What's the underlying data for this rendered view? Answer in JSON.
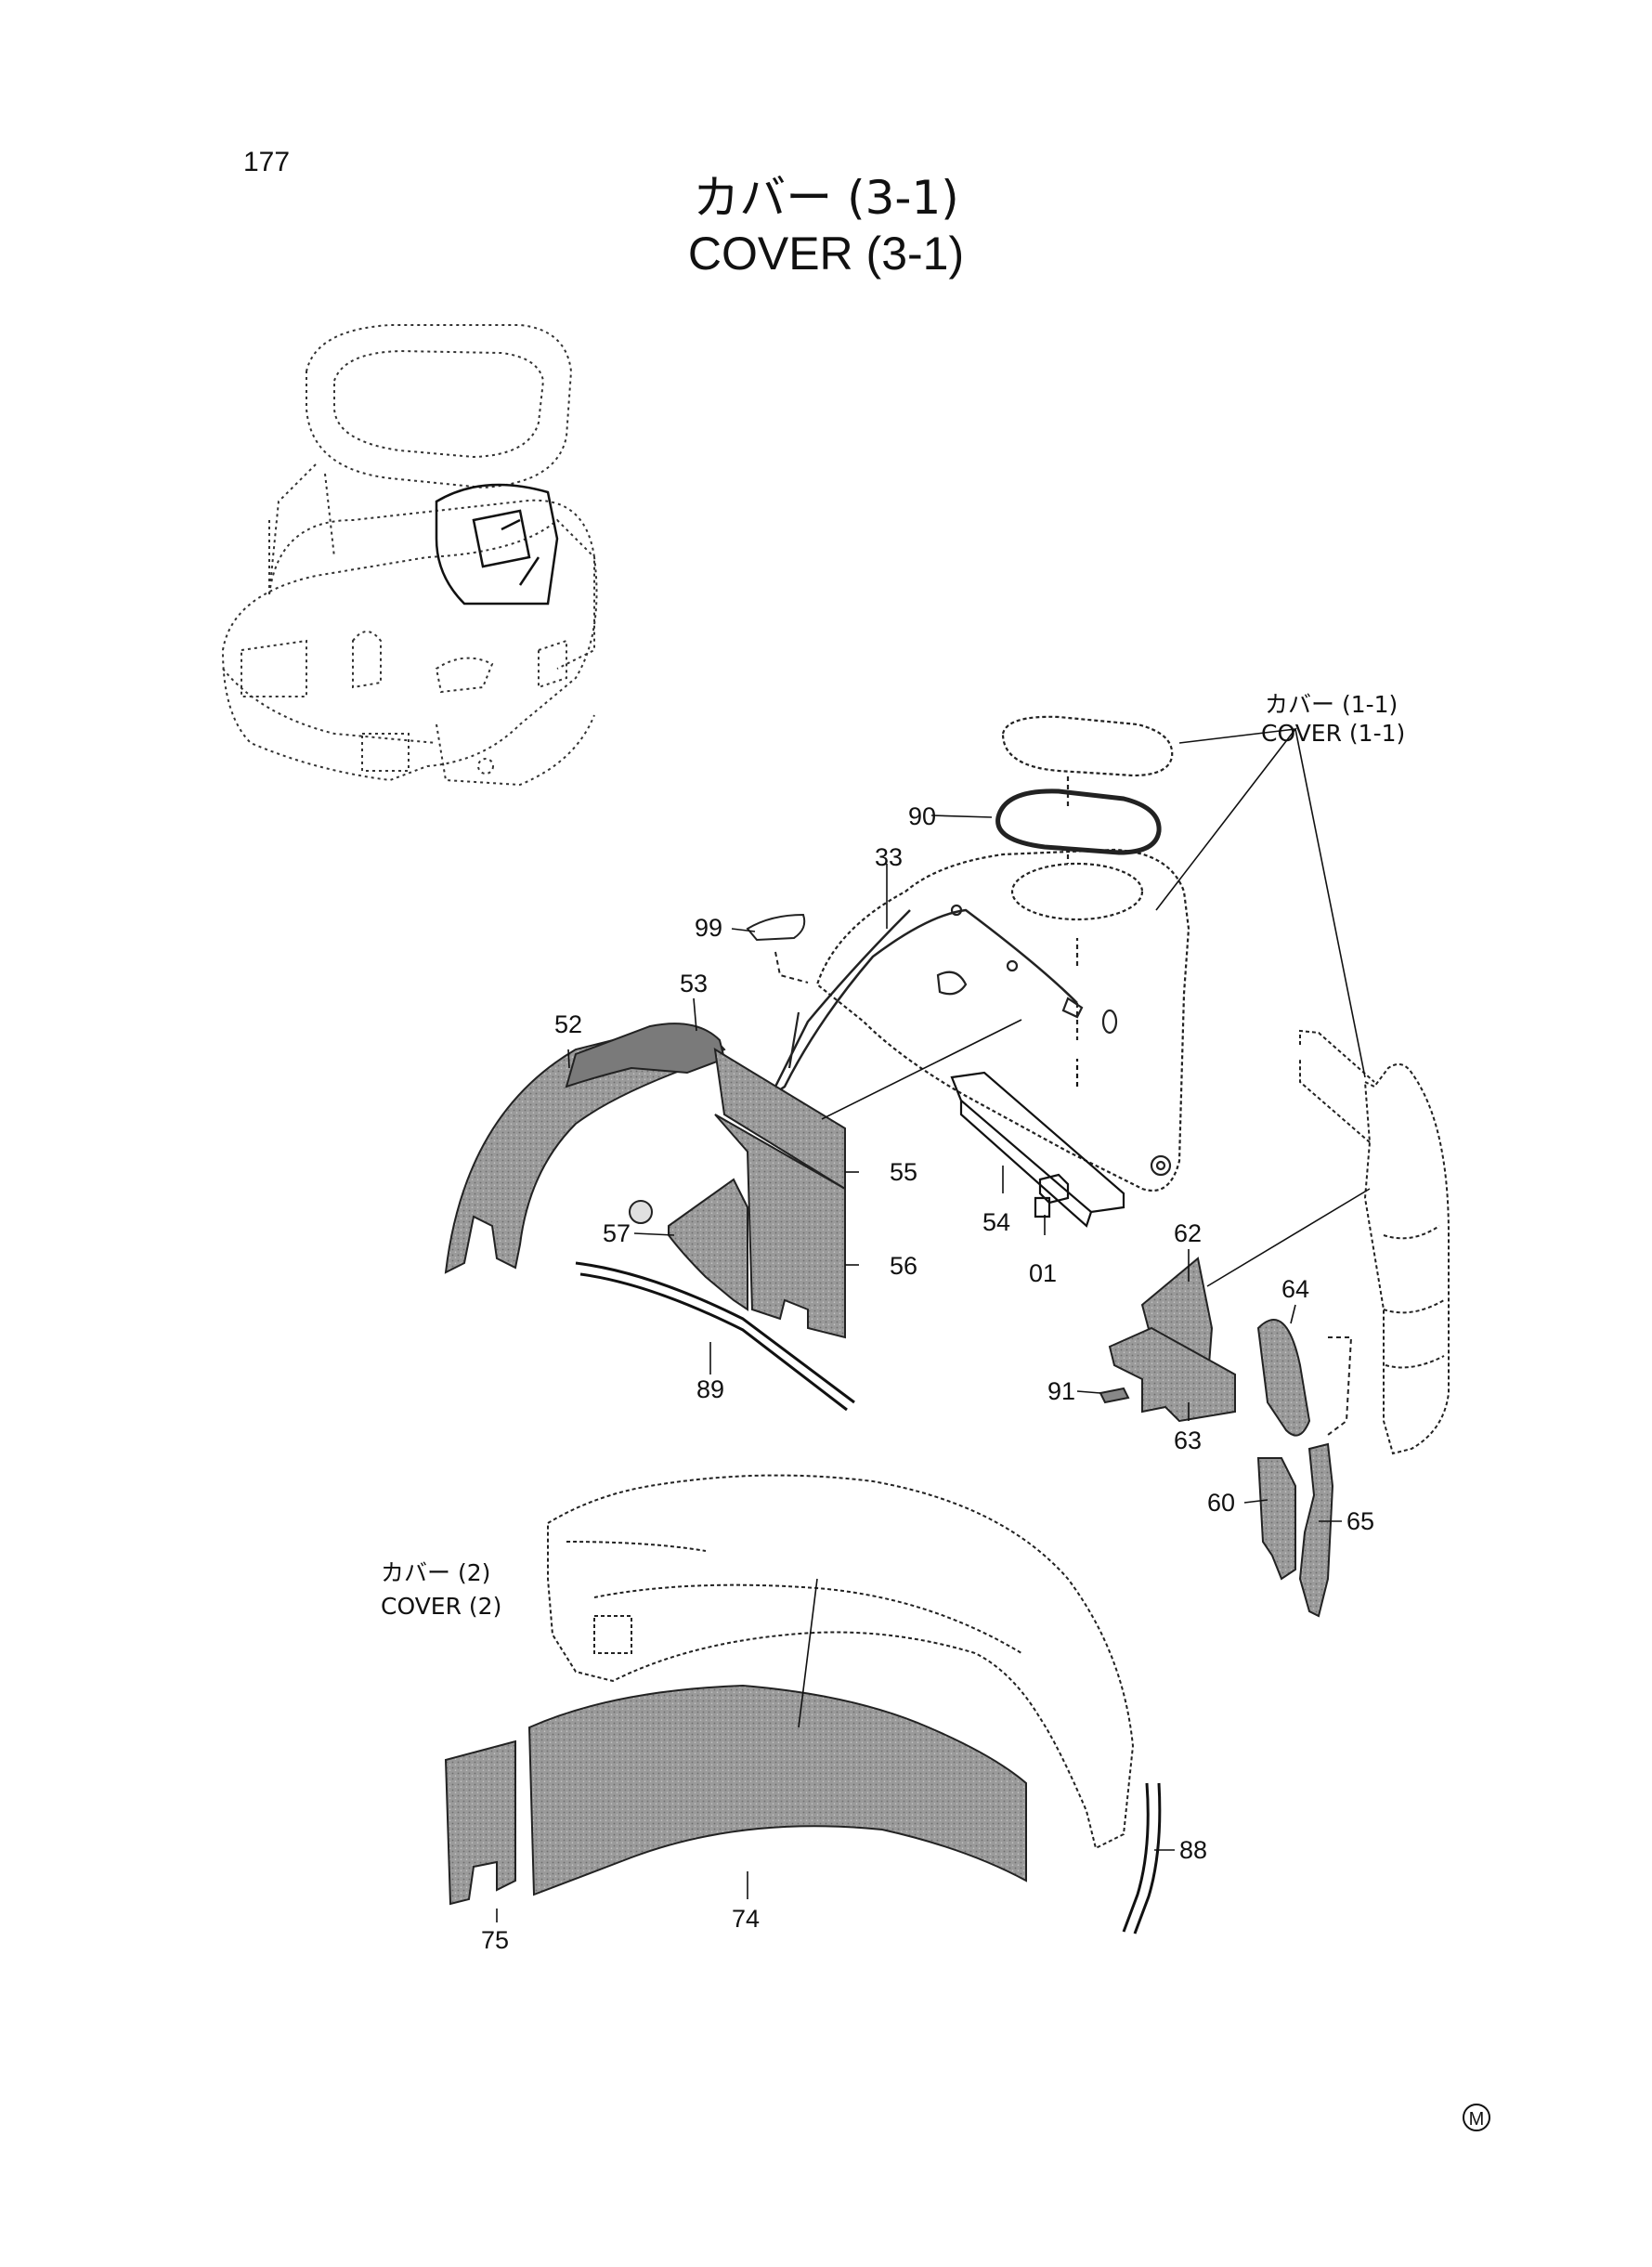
{
  "page": {
    "number": "177",
    "title_jp": "カバー (3-1)",
    "title_en": "COVER (3-1)",
    "marker": "M"
  },
  "references": {
    "cover_1_1_jp": "カバー (1-1)",
    "cover_1_1_en": "COVER (1-1)",
    "cover_2_jp": "カバー (2)",
    "cover_2_en": "COVER (2)"
  },
  "parts": {
    "p90": "90",
    "p99": "99",
    "p33": "33",
    "p53": "53",
    "p52": "52",
    "p55": "55",
    "p57": "57",
    "p56": "56",
    "p89": "89",
    "p54": "54",
    "p01": "01",
    "p62": "62",
    "p64": "64",
    "p91": "91",
    "p63": "63",
    "p60": "60",
    "p65": "65",
    "p88": "88",
    "p74": "74",
    "p75": "75"
  },
  "colors": {
    "line": "#222222",
    "pad_fill": "#9a9a9a",
    "pad_dark": "#6e6e6e"
  }
}
